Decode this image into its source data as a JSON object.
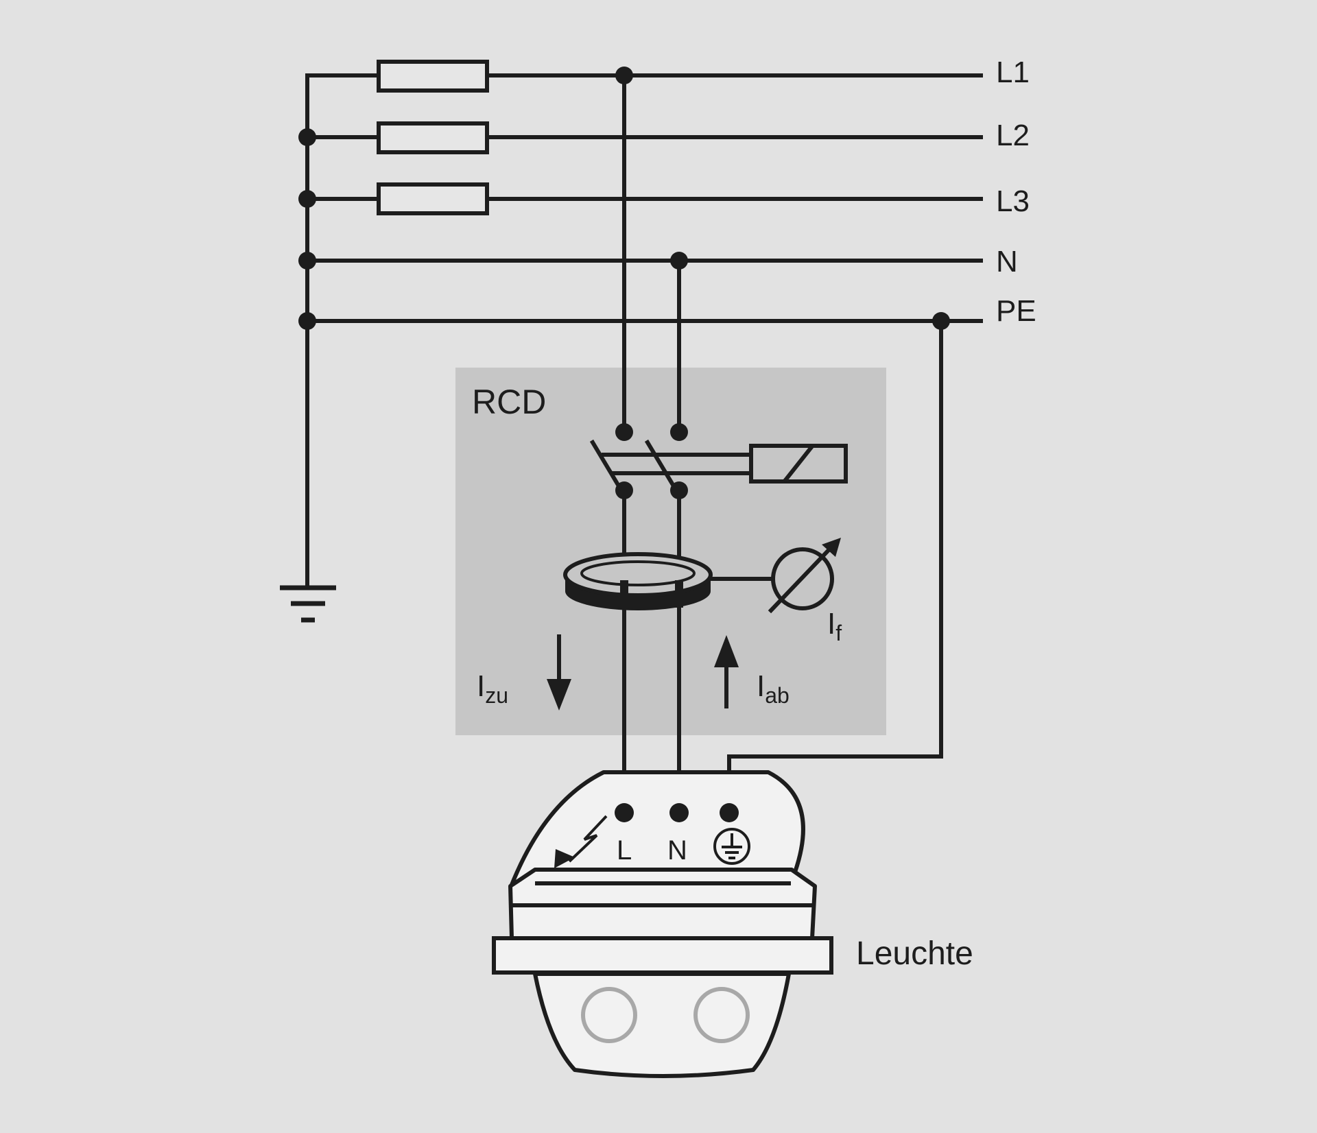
{
  "lines": {
    "l1": "L1",
    "l2": "L2",
    "l3": "L3",
    "n": "N",
    "pe": "PE"
  },
  "rcd": {
    "title": "RCD",
    "fault_current": {
      "symbol": "I",
      "subscript": "f"
    },
    "current_in": {
      "symbol": "I",
      "subscript": "zu"
    },
    "current_out": {
      "symbol": "I",
      "subscript": "ab"
    }
  },
  "luminaire": {
    "label": "Leuchte",
    "terminals": {
      "l": "L",
      "n": "N"
    },
    "earth_symbol": "earth-terminal-icon"
  },
  "colors": {
    "background": "#e2e2e2",
    "rcd_box": "#c6c6c6",
    "ink": "#1d1d1d",
    "lamp_body": "#f2f2f2",
    "lamp_lens": "#a8a8a8"
  }
}
